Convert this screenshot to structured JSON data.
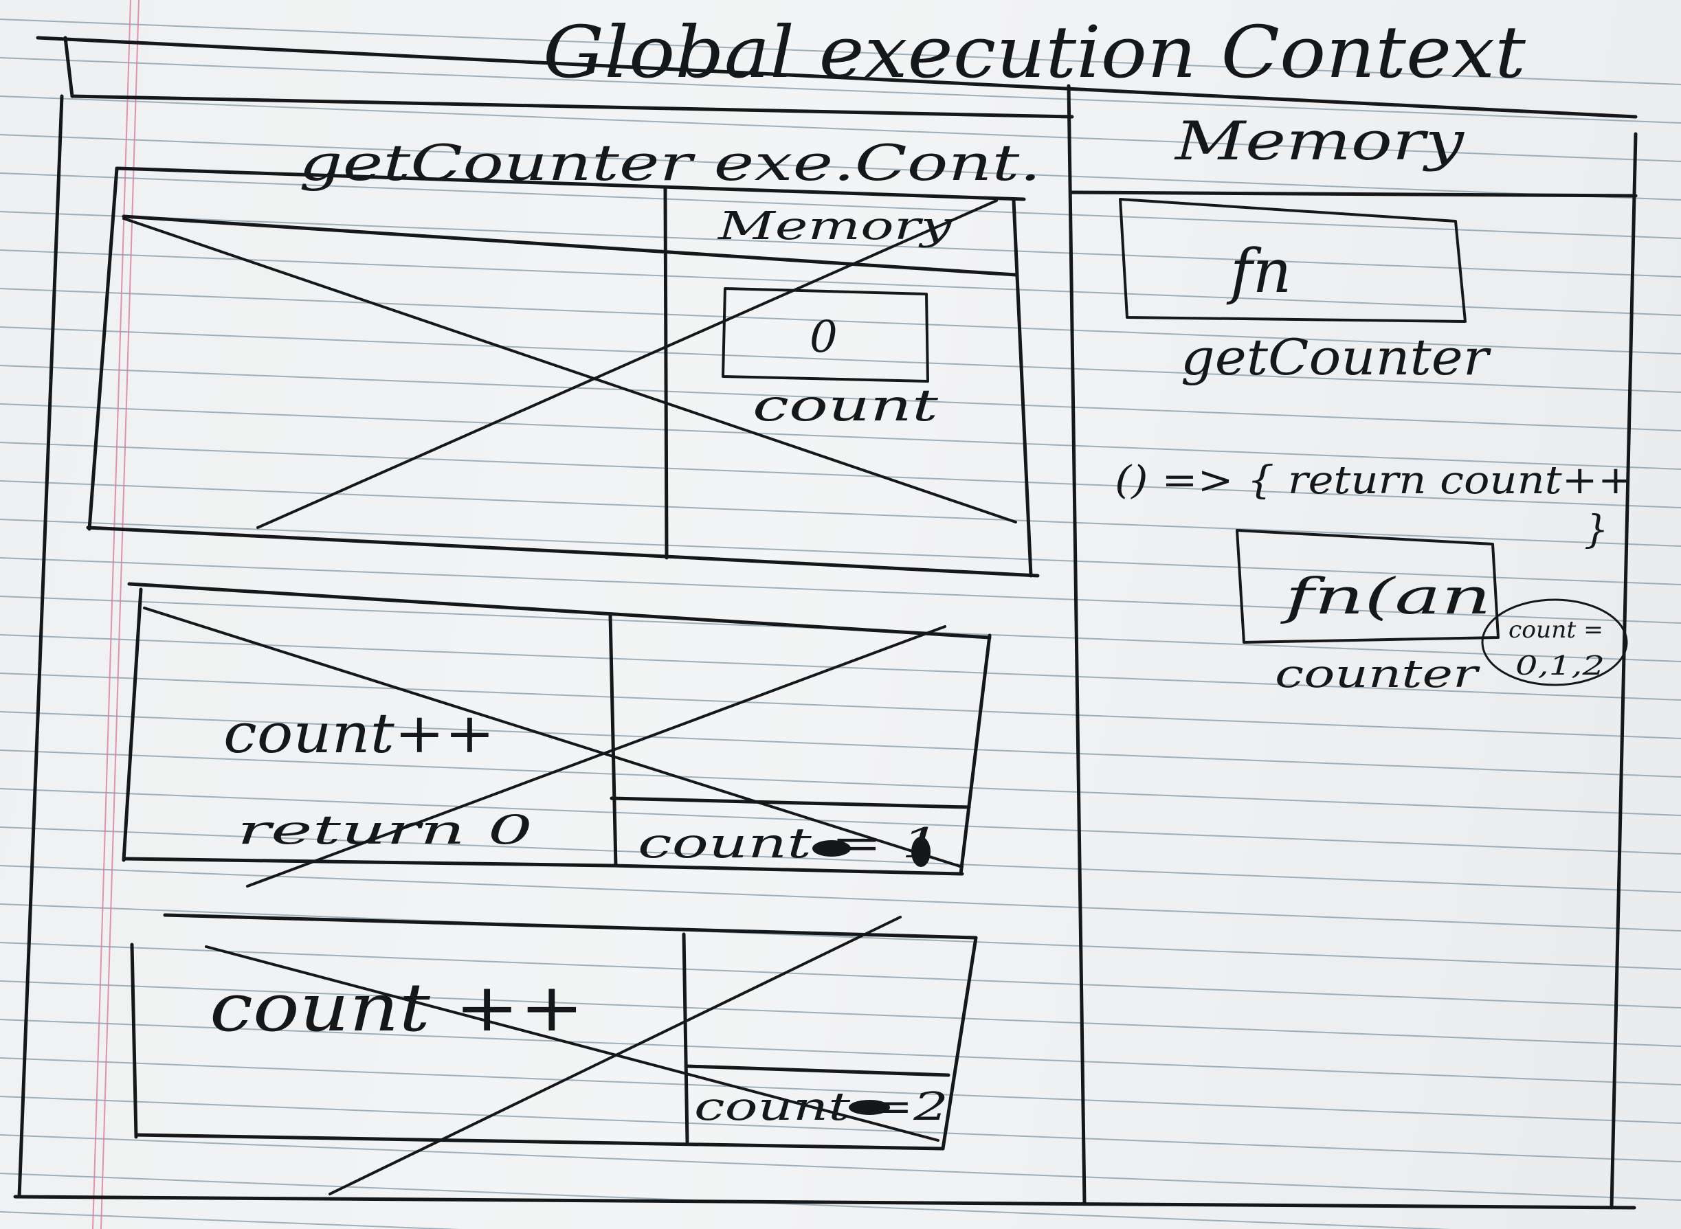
{
  "title": "Global execution Context",
  "inner_context": {
    "heading": "getCounter exe.Cont.",
    "memory_heading": "Memory",
    "memory_value": "0",
    "memory_var": "count"
  },
  "call_one": {
    "code_line1": "count++",
    "code_line2": "return 0",
    "memory_text": "count = 1"
  },
  "call_two": {
    "code_line1": "count ++",
    "memory_text": "count =2"
  },
  "global_memory": {
    "heading": "Memory",
    "fn_box_text": "fn",
    "fn_box_label": "getCounter",
    "arrow_code": "() => { return count++",
    "arrow_close": "}",
    "counter_box_text": "fn(an",
    "counter_label": "counter",
    "closure_line1": "count =",
    "closure_line2": "0,1,2"
  },
  "colors": {
    "ink": "#15171b",
    "rule_lines": "#7f9aa8",
    "margin_line": "#e07a9a",
    "paper": "#eef0f1"
  }
}
